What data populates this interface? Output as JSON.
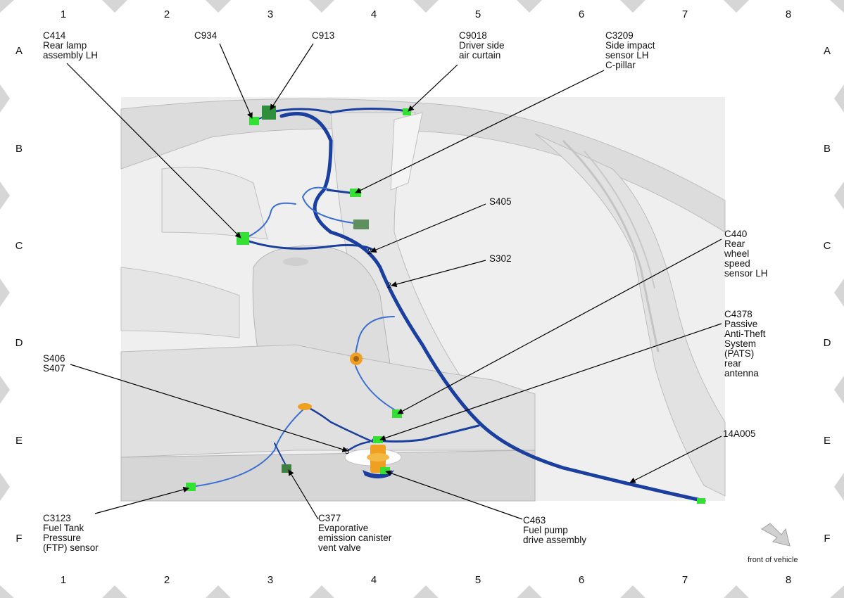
{
  "grid": {
    "columns": [
      "1",
      "2",
      "3",
      "4",
      "5",
      "6",
      "7",
      "8"
    ],
    "rows": [
      "A",
      "B",
      "C",
      "D",
      "E",
      "F"
    ]
  },
  "labels": {
    "c414": [
      "C414",
      "Rear lamp",
      "assembly LH"
    ],
    "c934": [
      "C934"
    ],
    "c913": [
      "C913"
    ],
    "c9018": [
      "C9018",
      "Driver side",
      "air curtain"
    ],
    "c3209": [
      "C3209",
      "Side impact",
      "sensor LH",
      "C-pillar"
    ],
    "s405": [
      "S405"
    ],
    "s302": [
      "S302"
    ],
    "c440": [
      "C440",
      "Rear",
      "wheel",
      "speed",
      "sensor LH"
    ],
    "c4378": [
      "C4378",
      "Passive",
      "Anti-Theft",
      "System",
      "(PATS)",
      "rear",
      "antenna"
    ],
    "s406": [
      "S406",
      "S407"
    ],
    "a14005": [
      "14A005"
    ],
    "c3123": [
      "C3123",
      "Fuel Tank",
      "Pressure",
      "(FTP) sensor"
    ],
    "c377": [
      "C377",
      "Evaporative",
      "emission canister",
      "vent valve"
    ],
    "c463": [
      "C463",
      "Fuel pump",
      "drive assembly"
    ]
  },
  "front_of_vehicle": "front of vehicle",
  "colors": {
    "harness": "#1a3f9e",
    "harness_light": "#3b6fd0",
    "connector": "#33e033",
    "connector_dark": "#2f8f3a",
    "fuel_part": "#f0a020",
    "body": "#e4e4e4",
    "body_line": "#b8b8b8",
    "border_tri": "#d6d6d6"
  }
}
